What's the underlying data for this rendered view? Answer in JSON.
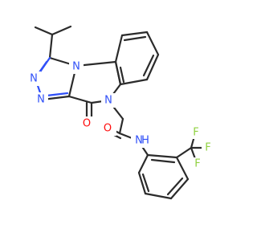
{
  "atoms": {
    "n_triazole_top": "N",
    "n_triazole_left": "N",
    "n_bridge": "N",
    "n_amide_ring": "N",
    "o_ketone": "O",
    "o_amide": "O",
    "n_amide": "N",
    "h_amide": "H",
    "f_top": "F",
    "f_right": "F",
    "f_bottom": "F"
  },
  "colors": {
    "carbon_bond": "#2b2b2b",
    "nitrogen": "#3050f8",
    "oxygen": "#ff0d0d",
    "fluorine": "#8fd13f"
  }
}
